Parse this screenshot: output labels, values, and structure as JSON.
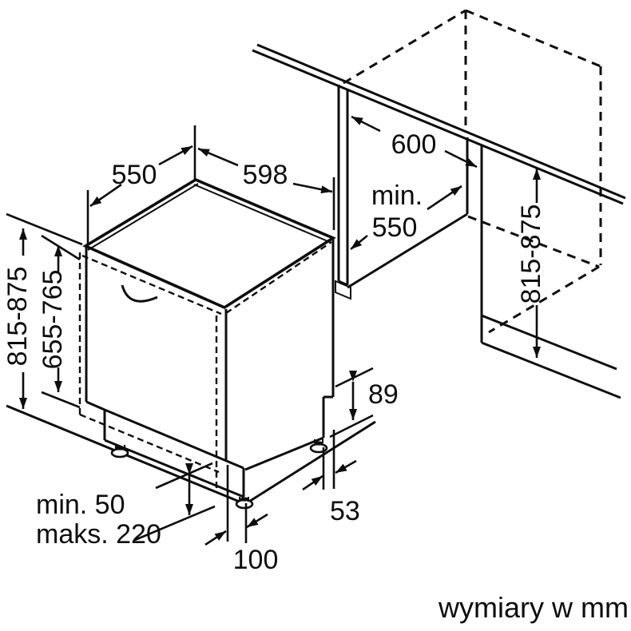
{
  "diagram": {
    "type": "appliance-installation-drawing",
    "subject": "built-in dishwasher niche dimensions",
    "footer_note": "wymiary w mm",
    "dimensions": {
      "top_depth": "550",
      "appliance_width": "598",
      "niche_width": "600",
      "niche_depth_prefix": "min.",
      "niche_depth_value": "550",
      "appliance_height": "815-875",
      "door_panel_height": "655-765",
      "niche_height": "815-875",
      "rear_clearance_height": "89",
      "rear_foot_offset": "53",
      "front_foot_offset": "100",
      "plinth_min": "min. 50",
      "plinth_max": "maks. 220"
    },
    "colors": {
      "line": "#0d0d0d",
      "background": "#ffffff"
    }
  }
}
